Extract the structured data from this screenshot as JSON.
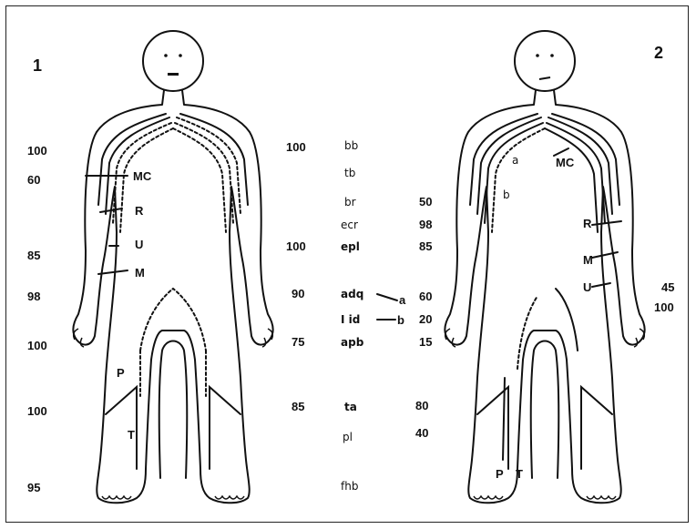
{
  "figure1": {
    "number": "1",
    "left_values": [
      "100",
      "60",
      "85",
      "98",
      "100",
      "100",
      "95"
    ],
    "right_values": [
      "100",
      "100",
      "90",
      "75",
      "85"
    ],
    "nerves": [
      "MC",
      "R",
      "U",
      "M",
      "P",
      "T"
    ]
  },
  "figure2": {
    "number": "2",
    "nerves": [
      "MC",
      "R",
      "M",
      "U",
      "P",
      "T"
    ],
    "markers": [
      "a",
      "b"
    ],
    "right_values": [
      "45",
      "100"
    ]
  },
  "muscles": [
    {
      "name": "bb",
      "value": ""
    },
    {
      "name": "tb",
      "value": ""
    },
    {
      "name": "br",
      "value": "50"
    },
    {
      "name": "ecr",
      "value": "98"
    },
    {
      "name": "epl",
      "value": "85"
    },
    {
      "name": "adq",
      "pointer": "a",
      "value": "60"
    },
    {
      "name": "I id",
      "pointer": "b",
      "value": "20"
    },
    {
      "name": "apb",
      "value": "15"
    },
    {
      "name": "ta",
      "value": "80"
    },
    {
      "name": "pl",
      "value": "40"
    },
    {
      "name": "fhb",
      "value": ""
    }
  ]
}
